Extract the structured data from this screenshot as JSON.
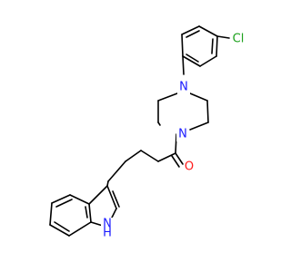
{
  "colors": {
    "bond": "#000000",
    "nitrogen": "#1a1aff",
    "oxygen": "#ff1a1a",
    "chlorine": "#1aa01a",
    "background": "#ffffff"
  },
  "atoms": {
    "cl": "Cl",
    "n_top": "N",
    "n_amide": "N",
    "o": "O",
    "nh": "H",
    "nh_n": "N"
  }
}
